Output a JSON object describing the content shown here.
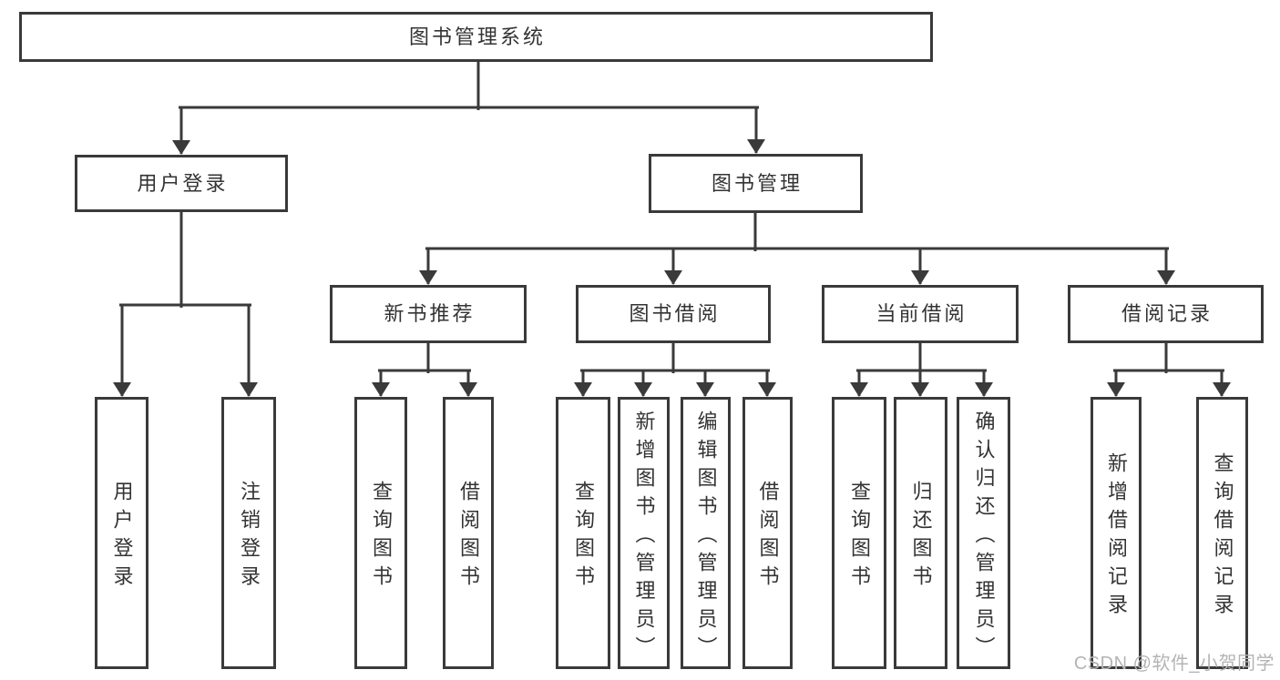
{
  "tree": {
    "root": {
      "label": "图书管理系统"
    },
    "branches": [
      {
        "label": "用户登录",
        "leaves": [
          {
            "label": "用户登录"
          },
          {
            "label": "注销登录"
          }
        ]
      },
      {
        "label": "图书管理",
        "groups": [
          {
            "label": "新书推荐",
            "leaves": [
              {
                "label": "查询图书"
              },
              {
                "label": "借阅图书"
              }
            ]
          },
          {
            "label": "图书借阅",
            "leaves": [
              {
                "label": "查询图书"
              },
              {
                "label": "新增图书（管理员）"
              },
              {
                "label": "编辑图书（管理员）"
              },
              {
                "label": "借阅图书"
              }
            ]
          },
          {
            "label": "当前借阅",
            "leaves": [
              {
                "label": "查询图书"
              },
              {
                "label": "归还图书"
              },
              {
                "label": "确认归还（管理员）"
              }
            ]
          },
          {
            "label": "借阅记录",
            "leaves": [
              {
                "label": "新增借阅记录"
              },
              {
                "label": "查询借阅记录"
              }
            ]
          }
        ]
      }
    ]
  },
  "watermark": {
    "text": "CSDN @软件_小贺同学"
  },
  "colors": {
    "line": "#3a3a3a",
    "box_border": "#3a3a3a",
    "text": "#333333",
    "watermark": "#b4b4b4",
    "background": "#ffffff"
  }
}
